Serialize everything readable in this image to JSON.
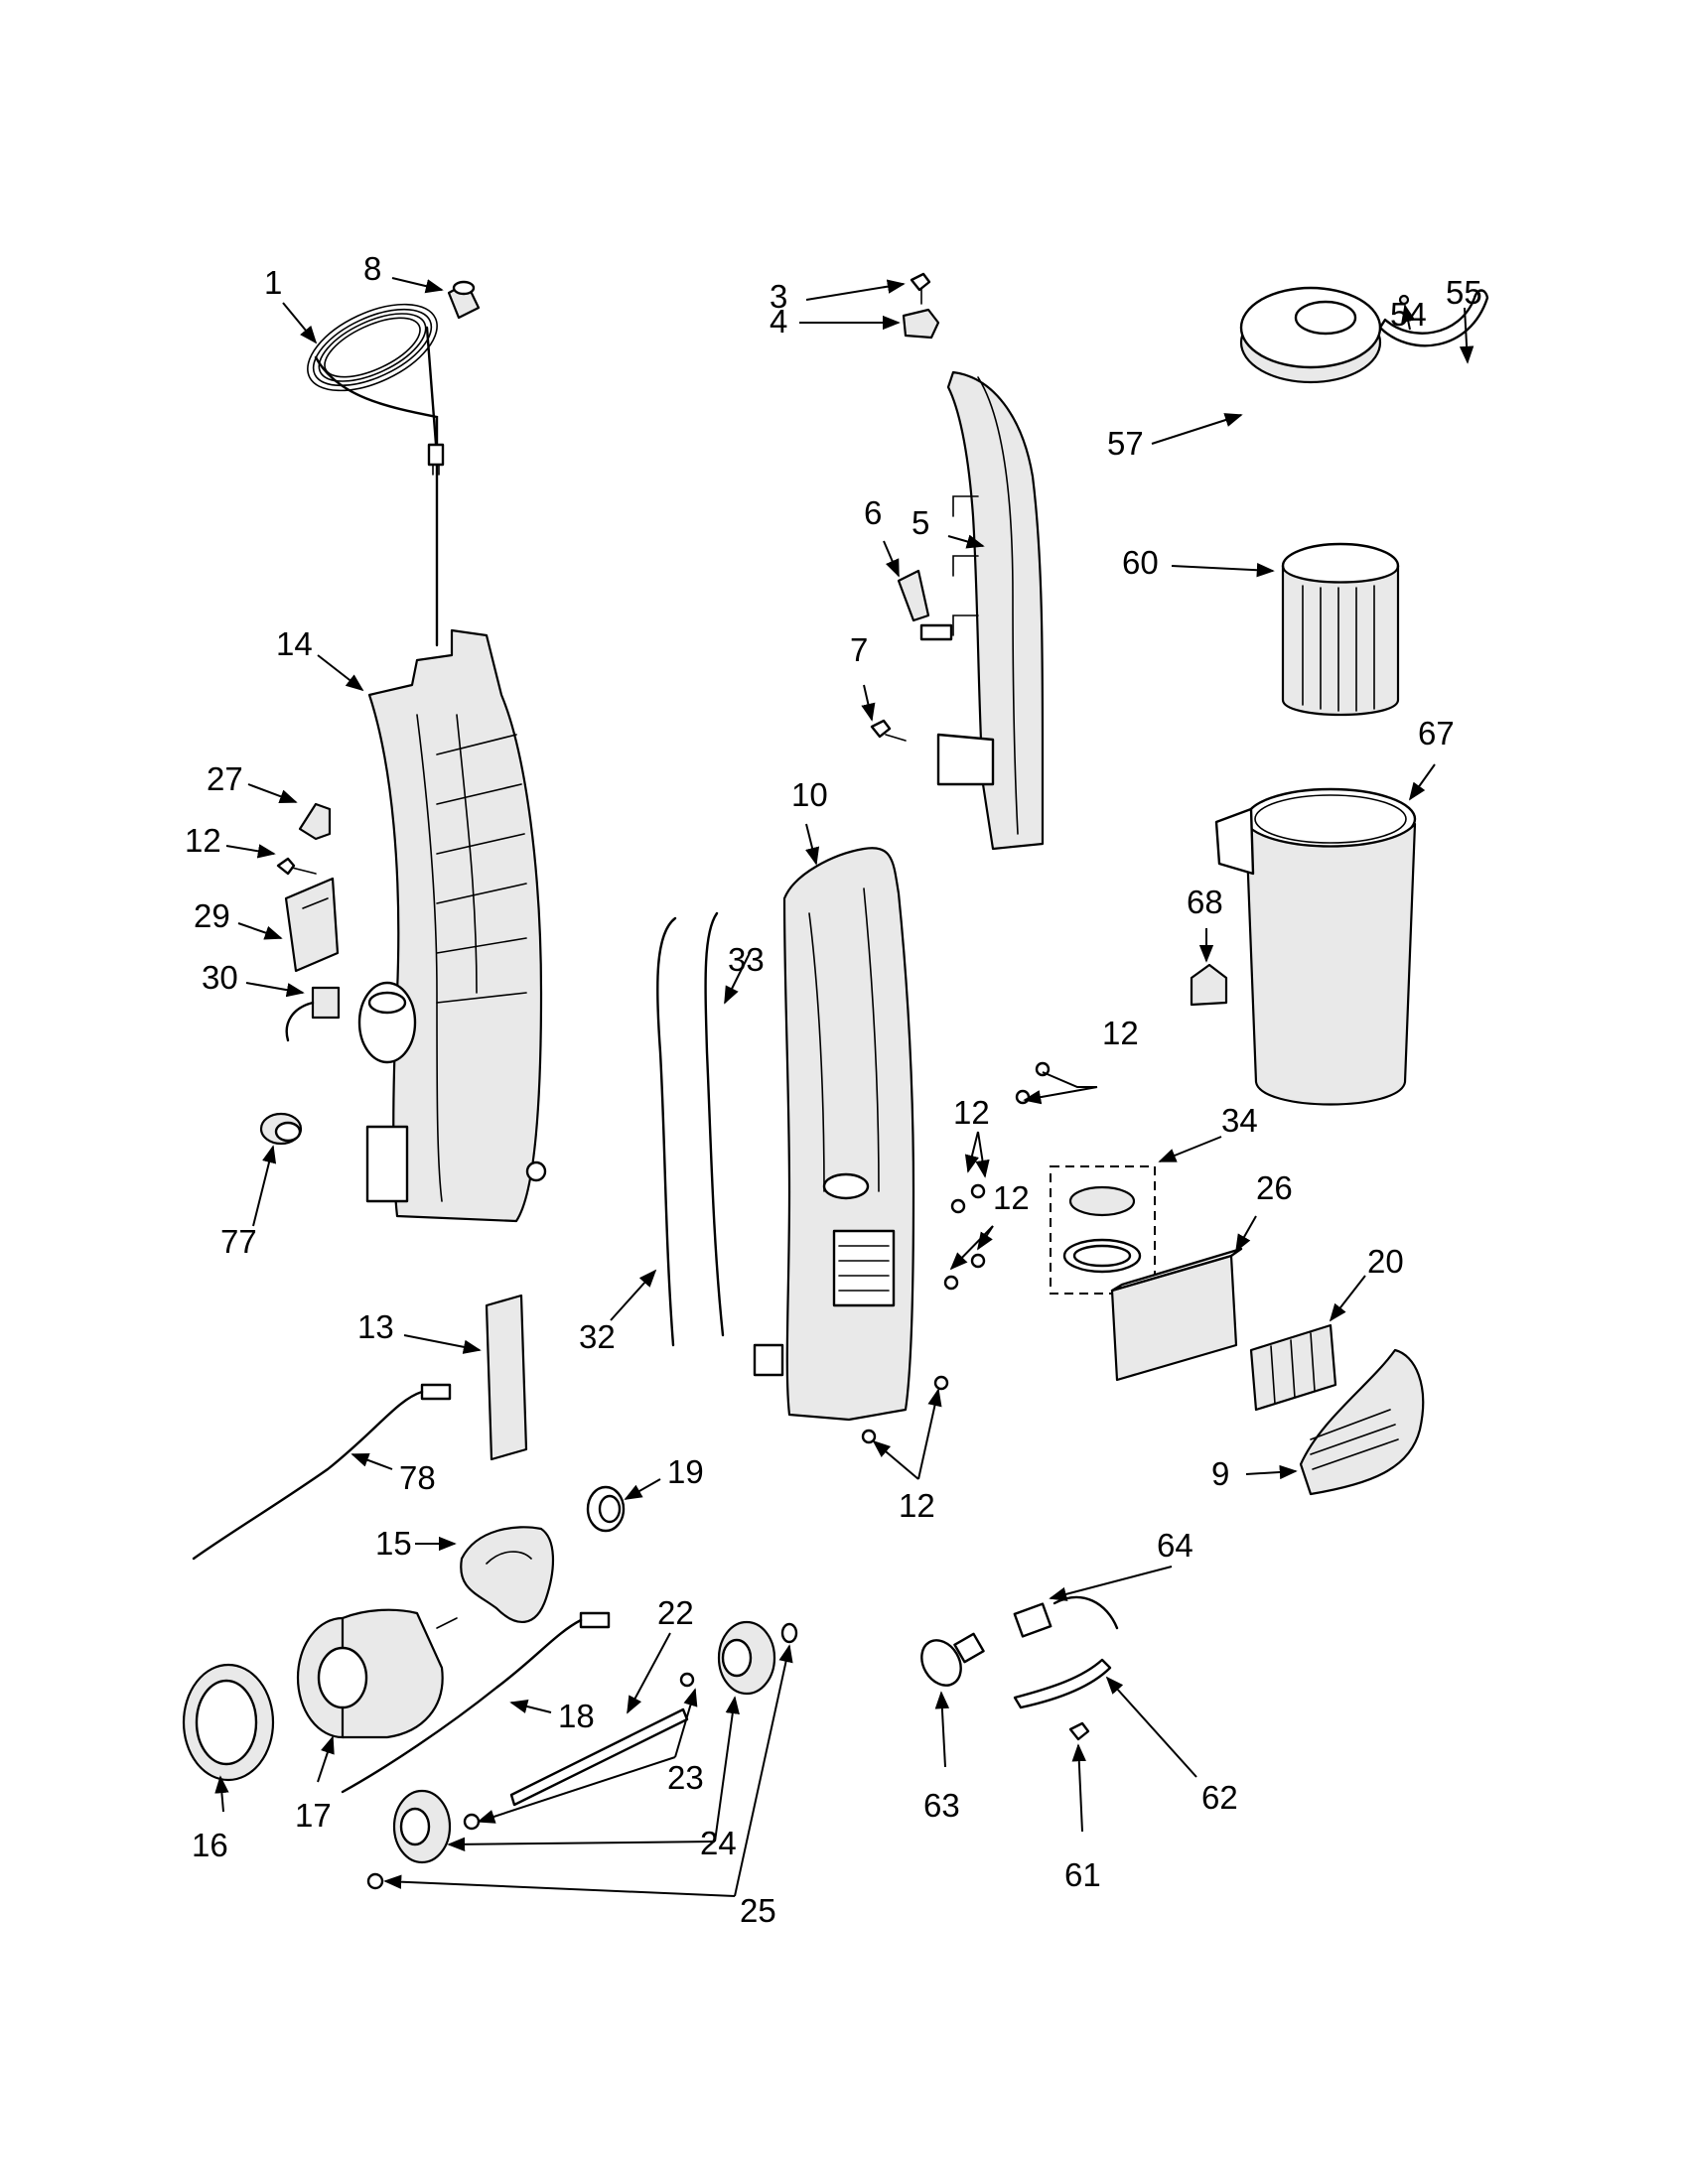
{
  "diagram": {
    "callouts": {
      "c1": "1",
      "c3": "3",
      "c4": "4",
      "c5": "5",
      "c6": "6",
      "c7": "7",
      "c8": "8",
      "c9": "9",
      "c10": "10",
      "c12a": "12",
      "c12b": "12",
      "c12c": "12",
      "c12d": "12",
      "c12e": "12",
      "c13": "13",
      "c14": "14",
      "c15": "15",
      "c16": "16",
      "c17": "17",
      "c18": "18",
      "c19": "19",
      "c20": "20",
      "c22": "22",
      "c23": "23",
      "c24": "24",
      "c25": "25",
      "c26": "26",
      "c27": "27",
      "c29": "29",
      "c30": "30",
      "c32": "32",
      "c33": "33",
      "c34": "34",
      "c54": "54",
      "c55": "55",
      "c57": "57",
      "c60": "60",
      "c61": "61",
      "c62": "62",
      "c63": "63",
      "c64": "64",
      "c67": "67",
      "c68": "68",
      "c77": "77",
      "c78": "78"
    }
  }
}
